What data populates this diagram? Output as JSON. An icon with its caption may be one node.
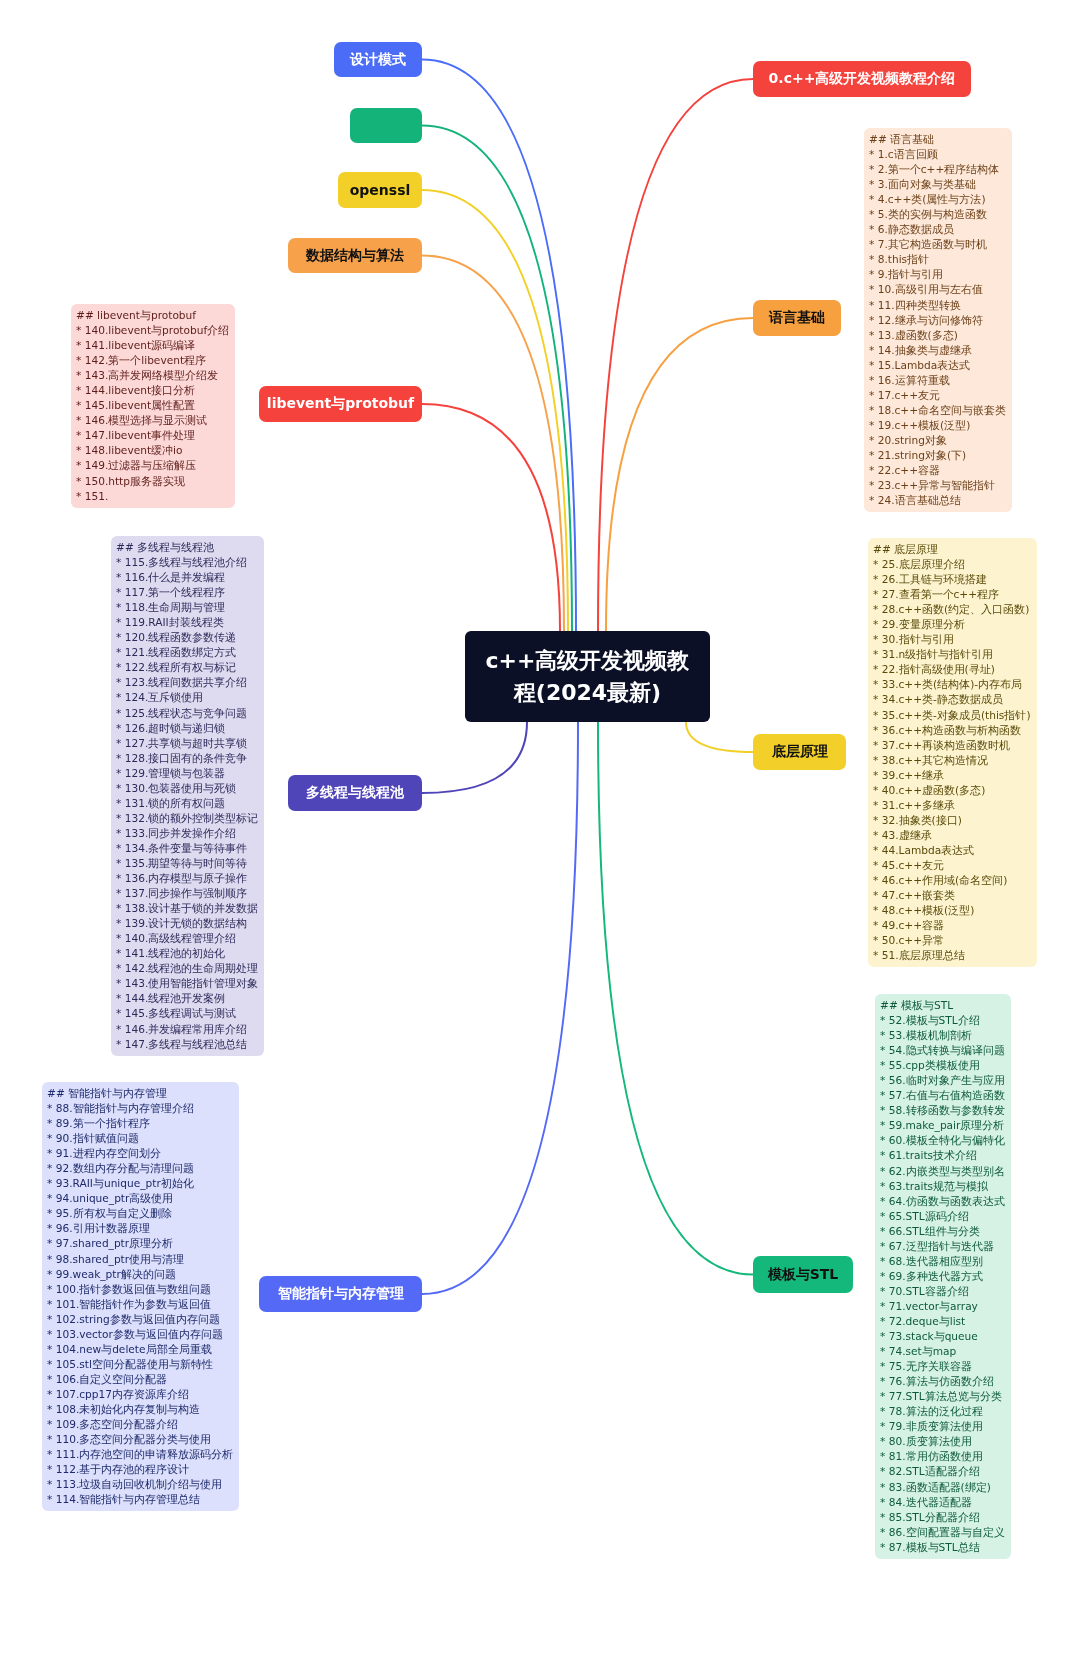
{
  "diagram": {
    "nodes": [
      {
        "text": [
          "c++高级开发视频教程(2024最新)"
        ]
      },
      {
        "text": [
          "设计模式"
        ]
      },
      {
        "text": [],
        "shape": "box"
      },
      {
        "text": [
          "openssl"
        ]
      },
      {
        "text": [
          "数据结构与算法"
        ]
      },
      {
        "text": [
          "libevent与protobuf"
        ]
      },
      {
        "text": [
          "## libevent与protobuf",
          "* 140.libevent与protobuf介绍",
          "* 141.libevent源码编译",
          "* 142.第一个libevent程序",
          "* 143.高并发网络模型介绍发",
          "* 144.libevent接口分析",
          "* 145.libevent属性配置",
          "* 146.模型选择与显示测试",
          "* 147.libevent事件处理",
          "* 148.libevent缓冲io",
          "* 149.过滤器与压缩解压",
          "* 150.http服务器实现",
          "* 151."
        ]
      },
      {
        "text": [
          "多线程与线程池"
        ]
      },
      {
        "text": [
          "## 多线程与线程池",
          "* 115.多线程与线程池介绍",
          "* 116.什么是并发编程",
          "* 117.第一个线程程序",
          "* 118.生命周期与管理",
          "* 119.RAII封装线程类",
          "* 120.线程函数参数传递",
          "* 121.线程函数绑定方式",
          "* 122.线程所有权与标记",
          "* 123.线程间数据共享介绍",
          "* 124.互斥锁使用",
          "* 125.线程状态与竞争问题",
          "* 126.超时锁与递归锁",
          "* 127.共享锁与超时共享锁",
          "* 128.接口固有的条件竞争",
          "* 129.管理锁与包装器",
          "* 130.包装器使用与死锁",
          "* 131.锁的所有权问题",
          "* 132.锁的额外控制类型标记",
          "* 133.同步并发操作介绍",
          "* 134.条件变量与等待事件",
          "* 135.期望等待与时间等待",
          "* 136.内存模型与原子操作",
          "* 137.同步操作与强制顺序",
          "* 138.设计基于锁的并发数据",
          "* 139.设计无锁的数据结构",
          "* 140.高级线程管理介绍",
          "* 141.线程池的初始化",
          "* 142.线程池的生命周期处理",
          "* 143.使用智能指针管理对象",
          "* 144.线程池开发案例",
          "* 145.多线程调试与测试",
          "* 146.并发编程常用库介绍",
          "* 147.多线程与线程池总结"
        ]
      },
      {
        "text": [
          "智能指针与内存管理"
        ]
      },
      {
        "text": [
          "## 智能指针与内存管理",
          "* 88.智能指针与内存管理介绍",
          "* 89.第一个指针程序",
          "* 90.指针赋值问题",
          "* 91.进程内存空间划分",
          "* 92.数组内存分配与清理问题",
          "* 93.RAII与unique_ptr初始化",
          "* 94.unique_ptr高级使用",
          "* 95.所有权与自定义删除",
          "* 96.引用计数器原理",
          "* 97.shared_ptr原理分析",
          "* 98.shared_ptr使用与清理",
          "* 99.weak_ptr解决的问题",
          "* 100.指针参数返回值与数组问题",
          "* 101.智能指针作为参数与返回值",
          "* 102.string参数与返回值内存问题",
          "* 103.vector参数与返回值内存问题",
          "* 104.new与delete局部全局重载",
          "* 105.stl空间分配器使用与新特性",
          "* 106.自定义空间分配器",
          "* 107.cpp17内存资源库介绍",
          "* 108.未初始化内存复制与构造",
          "* 109.多态空间分配器介绍",
          "* 110.多态空间分配器分类与使用",
          "* 111.内存池空间的申请释放源码分析",
          "* 112.基于内存池的程序设计",
          "* 113.垃圾自动回收机制介绍与使用",
          "* 114.智能指针与内存管理总结"
        ]
      },
      {
        "text": [
          "0.c++高级开发视频教程介绍"
        ]
      },
      {
        "text": [
          "语言基础"
        ]
      },
      {
        "text": [
          "## 语言基础",
          "* 1.c语言回顾",
          "* 2.第一个c++程序结构体",
          "* 3.面向对象与类基础",
          "* 4.c++类(属性与方法)",
          "* 5.类的实例与构造函数",
          "* 6.静态数据成员",
          "* 7.其它构造函数与时机",
          "* 8.this指针",
          "* 9.指针与引用",
          "* 10.高级引用与左右值",
          "* 11.四种类型转换",
          "* 12.继承与访问修饰符",
          "* 13.虚函数(多态)",
          "* 14.抽象类与虚继承",
          "* 15.Lambda表达式",
          "* 16.运算符重载",
          "* 17.c++友元",
          "* 18.c++命名空间与嵌套类",
          "* 19.c++模板(泛型)",
          "* 20.string对象",
          "* 21.string对象(下)",
          "* 22.c++容器",
          "* 23.c++异常与智能指针",
          "* 24.语言基础总结"
        ]
      },
      {
        "text": [
          "底层原理"
        ]
      },
      {
        "text": [
          "## 底层原理",
          "* 25.底层原理介绍",
          "* 26.工具链与环境搭建",
          "* 27.查看第一个c++程序",
          "* 28.c++函数(约定、入口函数)",
          "* 29.变量原理分析",
          "* 30.指针与引用",
          "* 31.n级指针与指针引用",
          "* 22.指针高级使用(寻址)",
          "* 33.c++类(结构体)-内存布局",
          "* 34.c++类-静态数据成员",
          "* 35.c++类-对象成员(this指针)",
          "* 36.c++构造函数与析构函数",
          "* 37.c++再谈构造函数时机",
          "* 38.c++其它构造情况",
          "* 39.c++继承",
          "* 40.c++虚函数(多态)",
          "* 31.c++多继承",
          "* 32.抽象类(接口)",
          "* 43.虚继承",
          "* 44.Lambda表达式",
          "* 45.c++友元",
          "* 46.c++作用域(命名空间)",
          "* 47.c++嵌套类",
          "* 48.c++模板(泛型)",
          "* 49.c++容器",
          "* 50.c++异常",
          "* 51.底层原理总结"
        ]
      },
      {
        "text": [
          "模板与STL"
        ]
      },
      {
        "text": [
          "## 模板与STL",
          "* 52.模板与STL介绍",
          "* 53.模板机制剖析",
          "* 54.隐式转换与编译问题",
          "* 55.cpp类模板使用",
          "* 56.临时对象产生与应用",
          "* 57.右值与右值构造函数",
          "* 58.转移函数与参数转发",
          "* 59.make_pair原理分析",
          "* 60.模板全特化与偏特化",
          "* 61.traits技术介绍",
          "* 62.内嵌类型与类型别名",
          "* 63.traits规范与模拟",
          "* 64.仿函数与函数表达式",
          "* 65.STL源码介绍",
          "* 66.STL组件与分类",
          "* 67.泛型指针与迭代器",
          "* 68.迭代器相应型别",
          "* 69.多种迭代器方式",
          "* 70.STL容器介绍",
          "* 71.vector与array",
          "* 72.deque与list",
          "* 73.stack与queue",
          "* 74.set与map",
          "* 75.无序关联容器",
          "* 76.算法与仿函数介绍",
          "* 77.STL算法总览与分类",
          "* 78.算法的泛化过程",
          "* 79.非质变算法使用",
          "* 80.质变算法使用",
          "* 81.常用仿函数使用",
          "* 82.STL适配器介绍",
          "* 83.函数适配器(绑定)",
          "* 84.迭代器适配器",
          "* 85.STL分配器介绍",
          "* 86.空间配置器与自定义",
          "* 87.模板与STL总结"
        ]
      }
    ],
    "edges": [
      {
        "from": 0,
        "to": 1,
        "arrow": "none",
        "color": "#4a6cf7"
      },
      {
        "from": 0,
        "to": 2,
        "arrow": "none",
        "color": "#13b37a"
      },
      {
        "from": 0,
        "to": 3,
        "arrow": "none",
        "color": "#f2d027"
      },
      {
        "from": 0,
        "to": 4,
        "arrow": "none",
        "color": "#f7a24b"
      },
      {
        "from": 0,
        "to": 5,
        "arrow": "none",
        "color": "#f5423d"
      },
      {
        "from": 0,
        "to": 7,
        "arrow": "none",
        "color": "#4f44b8"
      },
      {
        "from": 0,
        "to": 9,
        "arrow": "none",
        "color": "#5469f5"
      },
      {
        "from": 0,
        "to": 11,
        "arrow": "none",
        "color": "#f4433d"
      },
      {
        "from": 0,
        "to": 12,
        "arrow": "none",
        "color": "#f7a040"
      },
      {
        "from": 0,
        "to": 14,
        "arrow": "none",
        "color": "#f2d029"
      },
      {
        "from": 0,
        "to": 16,
        "arrow": "none",
        "color": "#14b87a"
      }
    ]
  }
}
